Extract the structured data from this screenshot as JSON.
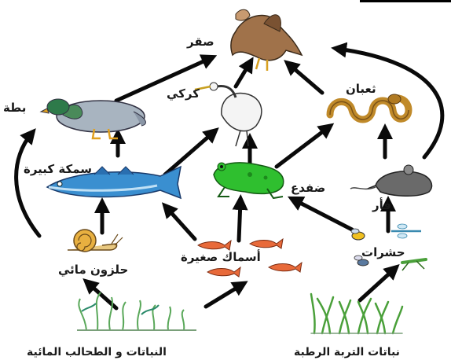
{
  "title": "",
  "nodes": {
    "hawk": "صقر",
    "duck": "بطة",
    "heron": "كركي",
    "snake": "ثعبان",
    "big_fish": "سمكة كبيرة",
    "frog": "ضفدع",
    "mouse": "فأر",
    "snail": "حلزون مائي",
    "small_fish": "أسماك صغيرة",
    "insects": "حشرات",
    "aquatic_plants": "النباتات و الطحالب المائية",
    "soil_plants": "نباتات التربة الرطبة"
  },
  "colors": {
    "arrow": "#0a0a0a",
    "label": "#1a1a1a",
    "frog": "#2fbf2f",
    "snake": "#c08a2a",
    "fish": "#3a8fd0",
    "plants": "#5aa85a"
  }
}
